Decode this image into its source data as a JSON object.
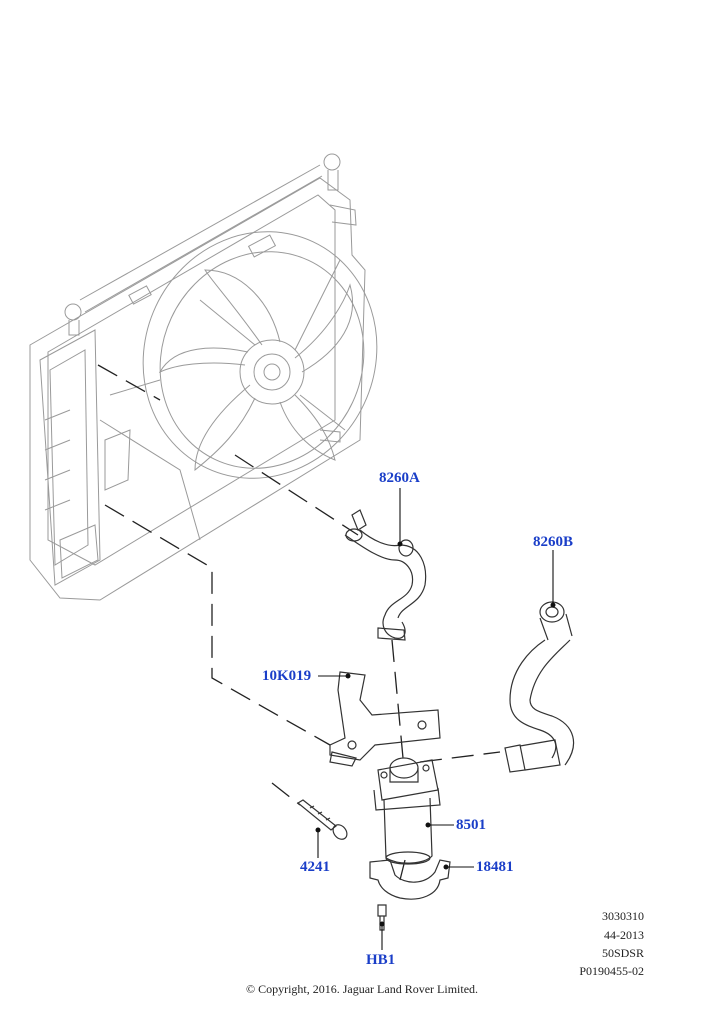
{
  "callouts": {
    "c8260A": "8260A",
    "c8260B": "8260B",
    "c10K019": "10K019",
    "c8501": "8501",
    "c4241": "4241",
    "c18481": "18481",
    "cHB1": "HB1"
  },
  "reference": {
    "line1": "3030310",
    "line2": "44-2013",
    "line3": "50SDSR",
    "line4": "P0190455-02"
  },
  "copyright": "© Copyright, 2016. Jaguar Land Rover Limited.",
  "colors": {
    "callout": "#1a3ec8",
    "line": "#333333",
    "ghost": "#9a9a9a"
  }
}
